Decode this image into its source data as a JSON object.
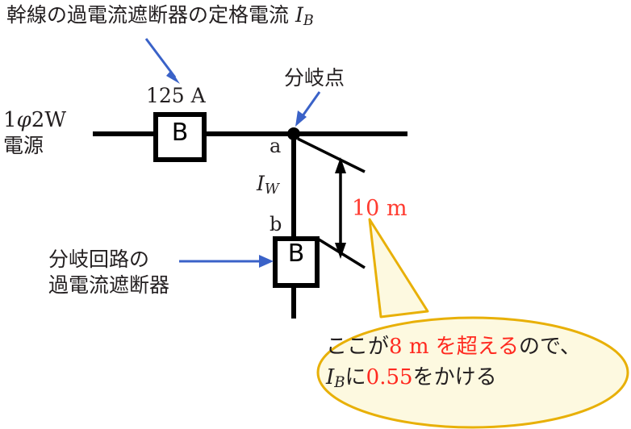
{
  "diagram": {
    "title_note": {
      "text_jp": "幹線の過電流遮断器の定格電流",
      "symbol": "I",
      "symbol_sub": "B"
    },
    "supply": {
      "line1_part1": "1",
      "line1_phi": "φ",
      "line1_part2": "2",
      "line1_part3": "W",
      "line2": "電源"
    },
    "main_breaker": {
      "rating": "125 A",
      "symbol": "B"
    },
    "branch_point": {
      "label": "分岐点",
      "node_a": "a",
      "node_b": "b"
    },
    "branch_current": {
      "symbol": "I",
      "symbol_sub": "W"
    },
    "dimension": {
      "value": "10 m",
      "color": "#ff3b30"
    },
    "branch_breaker": {
      "note_line1": "分岐回路の",
      "note_line2": "過電流遮断器",
      "symbol": "B"
    },
    "callout": {
      "line1_black_a": "ここが",
      "line1_red": "8 m を超える",
      "line1_black_b": "ので、",
      "line2_symbol": "I",
      "line2_symbol_sub": "B",
      "line2_black_a": "に",
      "line2_red": "0.55",
      "line2_black_b": "をかける",
      "fill_color": "#fdf9e0",
      "border_color": "#e8b007"
    },
    "colors": {
      "wire": "#000000",
      "pointer_blue": "#3a62c8",
      "accent_red": "#ff2a20",
      "callout_yellow": "#e8b007",
      "callout_fill": "#fdf9e0"
    }
  }
}
